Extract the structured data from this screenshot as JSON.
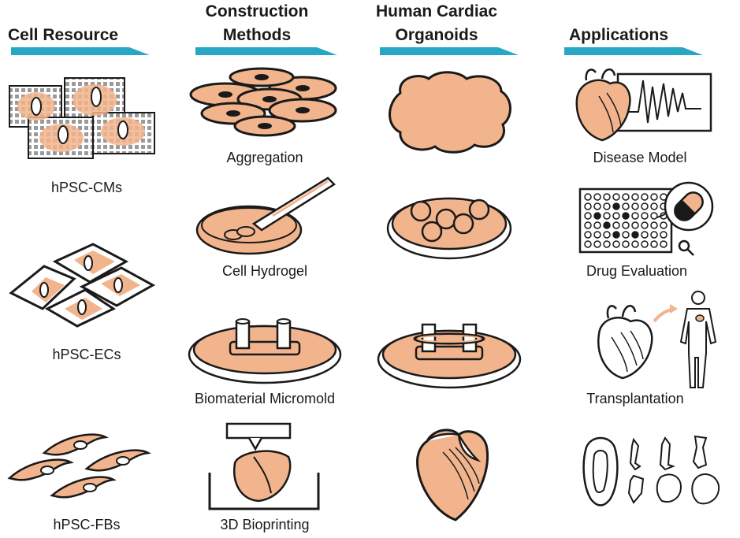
{
  "headers": {
    "cell_resource": "Cell Resource",
    "construction_line1": "Construction",
    "construction_line2": "Methods",
    "organoids_line1": "Human Cardiac",
    "organoids_line2": "Organoids",
    "applications": "Applications"
  },
  "cell_resource_items": [
    "hPSC-CMs",
    "hPSC-ECs",
    "hPSC-FBs"
  ],
  "construction_items": [
    "Aggregation",
    "Cell Hydrogel",
    "Biomaterial Micromold",
    "3D Bioprinting"
  ],
  "application_items": [
    "Disease Model",
    "Drug Evaluation",
    "Transplantation"
  ],
  "colors": {
    "accent_bar": "#27a7c4",
    "tissue": "#f2b48c",
    "outline": "#1a1a1a"
  }
}
